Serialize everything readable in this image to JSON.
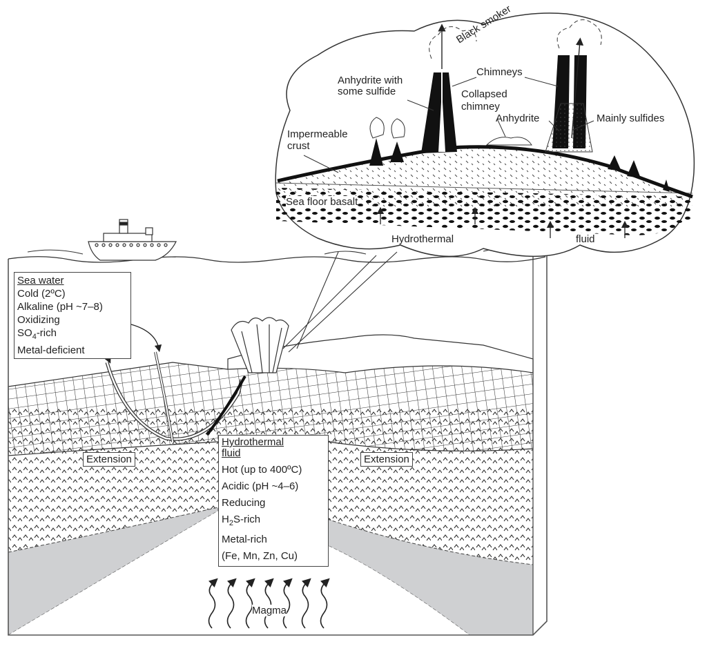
{
  "diagram": {
    "title": "Seafloor hydrothermal system",
    "callout": {
      "labels": {
        "black_smoker": "Black smoker",
        "chimneys": "Chimneys",
        "anhydrite_with_sulfide_line1": "Anhydrite with",
        "anhydrite_with_sulfide_line2": "some sulfide",
        "collapsed_chimney_line1": "Collapsed",
        "collapsed_chimney_line2": "chimney",
        "anhydrite": "Anhydrite",
        "mainly_sulfides": "Mainly sulfides",
        "impermeable_crust_line1": "Impermeable",
        "impermeable_crust_line2": "crust",
        "sea_floor_basalt": "Sea floor basalt",
        "hydrothermal": "Hydrothermal",
        "fluid": "fluid"
      }
    },
    "sea_water_box": {
      "title": "Sea water",
      "lines": [
        "Cold (2ºC)",
        "Alkaline (pH ~7–8)",
        "Oxidizing",
        "SO4-rich",
        "Metal-deficient"
      ]
    },
    "hydrothermal_box": {
      "title_line1": "Hydrothermal",
      "title_line2": "fluid",
      "lines": [
        "Hot (up to 400ºC)",
        "Acidic (pH ~4–6)",
        "Reducing",
        "H2S-rich",
        "Metal-rich",
        "(Fe, Mn, Zn, Cu)"
      ]
    },
    "extension_left": "Extension",
    "extension_right": "Extension",
    "magma": "Magma",
    "colors": {
      "ink": "#222222",
      "magma_chamber": "#cfd0d2",
      "background": "#ffffff"
    }
  }
}
